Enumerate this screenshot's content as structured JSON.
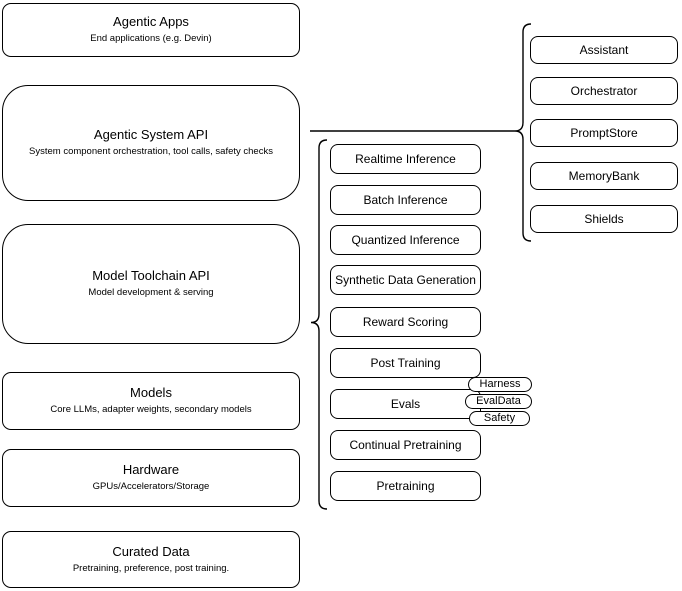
{
  "diagram": {
    "stack": [
      {
        "title": "Agentic Apps",
        "subtitle": "End applications (e.g. Devin)"
      },
      {
        "title": "Agentic System API",
        "subtitle": "System component orchestration, tool calls, safety checks"
      },
      {
        "title": "Model Toolchain API",
        "subtitle": "Model development & serving"
      },
      {
        "title": "Models",
        "subtitle": "Core LLMs, adapter weights, secondary models"
      },
      {
        "title": "Hardware",
        "subtitle": "GPUs/Accelerators/Storage"
      },
      {
        "title": "Curated Data",
        "subtitle": "Pretraining, preference, post training."
      }
    ],
    "toolchain": {
      "items": [
        "Realtime Inference",
        "Batch Inference",
        "Quantized Inference",
        "Synthetic Data Generation",
        "Reward Scoring",
        "Post Training",
        "Evals",
        "Continual Pretraining",
        "Pretraining"
      ]
    },
    "eval_tags": [
      "Harness",
      "EvalData",
      "Safety"
    ],
    "system_components": [
      "Assistant",
      "Orchestrator",
      "PromptStore",
      "MemoryBank",
      "Shields"
    ],
    "colors": {
      "stroke": "#000000",
      "fill": "#ffffff",
      "text": "#000000",
      "background": "#ffffff"
    }
  }
}
